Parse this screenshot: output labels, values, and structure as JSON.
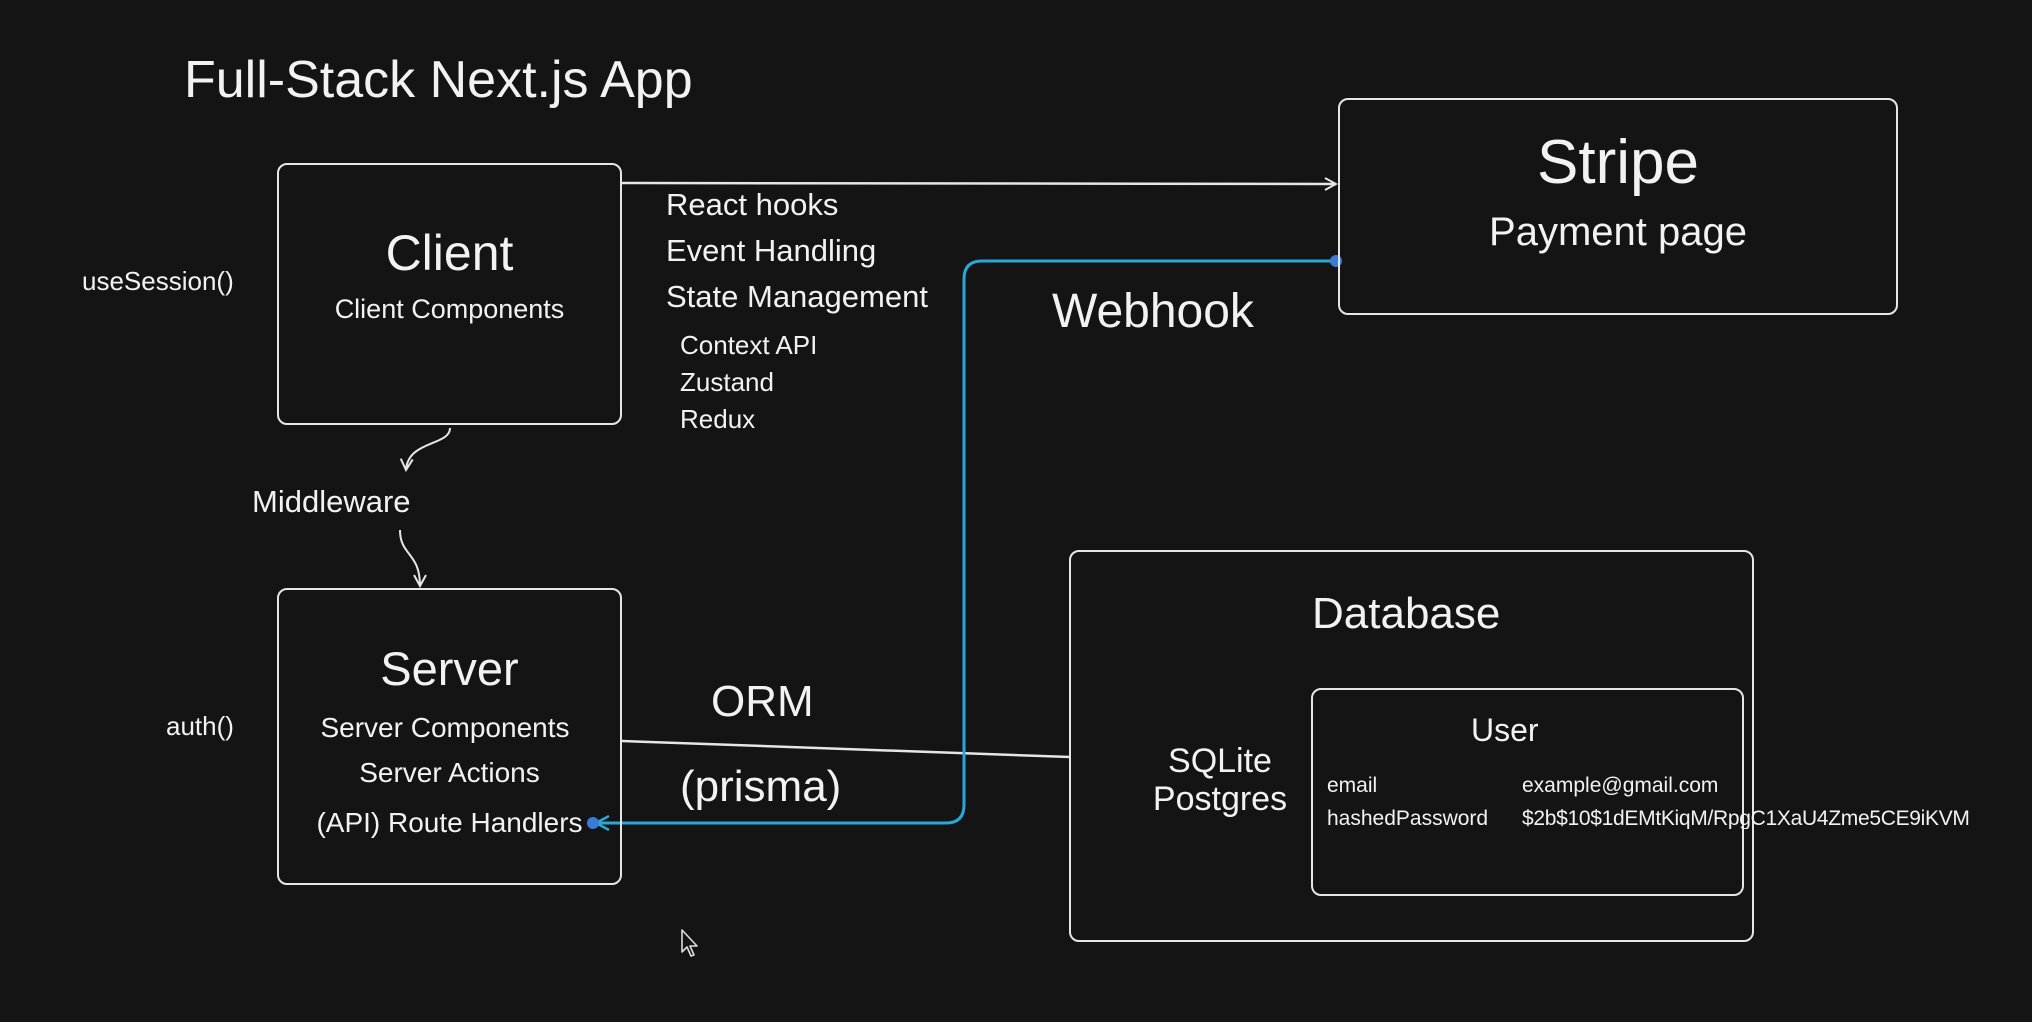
{
  "title": "Full-Stack Next.js App",
  "client": {
    "heading": "Client",
    "subheading": "Client Components",
    "side_label": "useSession()",
    "features": [
      "React hooks",
      "Event Handling",
      "State Management"
    ],
    "state_libs": [
      "Context API",
      "Zustand",
      "Redux"
    ]
  },
  "middleware": {
    "label": "Middleware"
  },
  "server": {
    "heading": "Server",
    "lines": [
      "Server Components",
      "Server Actions",
      "(API) Route Handlers"
    ],
    "side_label": "auth()"
  },
  "stripe": {
    "heading": "Stripe",
    "subheading": "Payment page"
  },
  "webhook": {
    "label": "Webhook"
  },
  "orm": {
    "label": "ORM",
    "sublabel": "(prisma)"
  },
  "database": {
    "heading": "Database",
    "engines": [
      "SQLite",
      "Postgres"
    ],
    "user_table": {
      "title": "User",
      "rows": [
        {
          "field": "email",
          "value": "example@gmail.com"
        },
        {
          "field": "hashedPassword",
          "value": "$2b$10$1dEMtKiqM/RpgC1XaU4Zme5CE9iKVM"
        }
      ]
    }
  },
  "colors": {
    "background": "#141414",
    "stroke": "#e6e6e6",
    "webhook_line": "#2aa7d8",
    "dot": "#3a7bd5"
  }
}
